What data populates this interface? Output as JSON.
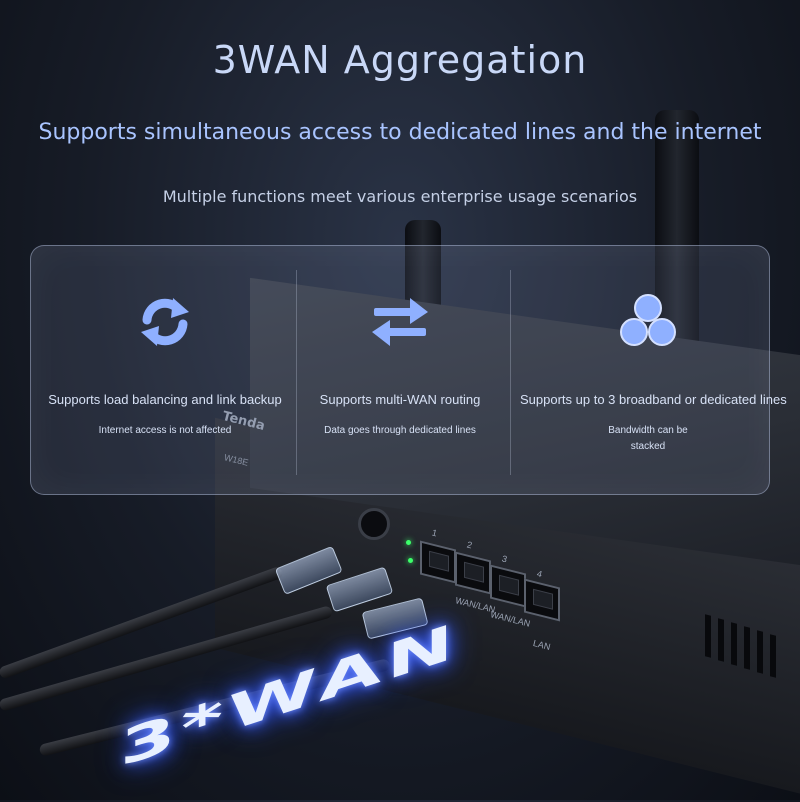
{
  "header": {
    "title": "3WAN Aggregation",
    "subtitle": "Supports simultaneous access to dedicated lines and the internet",
    "tagline": "Multiple functions meet various enterprise usage scenarios"
  },
  "features": [
    {
      "icon": "refresh-icon",
      "label": "Supports load balancing and link backup",
      "desc": "Internet access is not affected"
    },
    {
      "icon": "swap-arrows-icon",
      "label": "Supports multi-WAN routing",
      "desc": "Data goes through dedicated lines"
    },
    {
      "icon": "three-circles-icon",
      "label": "Supports up to 3 broadband or dedicated lines",
      "desc_line1": "Bandwidth can be",
      "desc_line2": "stacked"
    }
  ],
  "device": {
    "brand": "Tenda",
    "model": "W18E",
    "ports": [
      "1",
      "2",
      "3",
      "4"
    ],
    "port_labels": [
      "WAN/LAN",
      "WAN/LAN",
      "LAN"
    ]
  },
  "floor_text": "3*WAN",
  "colors": {
    "accent": "#a9c4ff",
    "icon": "#8fb0ff",
    "glow": "#3e63ff"
  }
}
